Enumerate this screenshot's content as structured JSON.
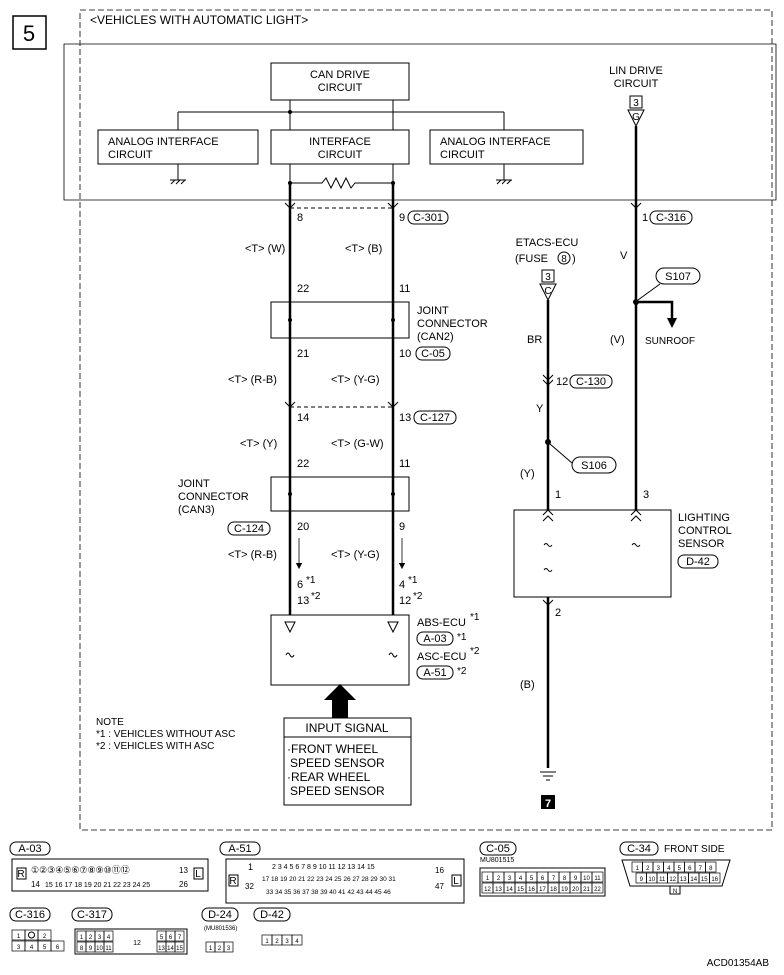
{
  "page": {
    "number": "5",
    "section_header": "<VEHICLES WITH AUTOMATIC LIGHT>",
    "figure_code": "ACD01354AB"
  },
  "blocks": {
    "can_drive": [
      "CAN DRIVE",
      "CIRCUIT"
    ],
    "analog_left": [
      "ANALOG INTERFACE",
      "CIRCUIT"
    ],
    "interface": [
      "INTERFACE",
      "CIRCUIT"
    ],
    "analog_right": [
      "ANALOG INTERFACE",
      "CIRCUIT"
    ],
    "lin_drive": [
      "LIN DRIVE",
      "CIRCUIT"
    ],
    "lin_fuse_num": "3",
    "lin_fuse_letter": "G"
  },
  "can_bus": {
    "pin_l_top": "8",
    "pin_r_top": "9",
    "connector_top": "C-301",
    "wire_l_1": "<T> (W)",
    "wire_r_1": "<T> (B)",
    "pin_l_jc2_in": "22",
    "pin_r_jc2_in": "11",
    "jc2_label": [
      "JOINT",
      "CONNECTOR",
      "(CAN2)"
    ],
    "pin_l_jc2_out": "21",
    "pin_r_jc2_out": "10",
    "connector_c05": "C-05",
    "wire_l_2": "<T> (R-B)",
    "wire_r_2": "<T> (Y-G)",
    "pin_l_c127": "14",
    "pin_r_c127": "13",
    "connector_c127": "C-127",
    "wire_l_3": "<T> (Y)",
    "wire_r_3": "<T> (G-W)",
    "pin_l_jc3_in": "22",
    "pin_r_jc3_in": "11",
    "jc3_label": [
      "JOINT",
      "CONNECTOR",
      "(CAN3)"
    ],
    "connector_c124": "C-124",
    "pin_l_jc3_out": "20",
    "pin_r_jc3_out": "9",
    "wire_l_4": "<T> (R-B)",
    "wire_r_4": "<T> (Y-G)",
    "pin_l_abs_a": "6",
    "pin_l_abs_b": "13",
    "pin_r_abs_a": "4",
    "pin_r_abs_b": "12",
    "mark1": "*1",
    "mark2": "*2"
  },
  "ecu": {
    "abs_label": "ABS-ECU",
    "abs_conn": "A-03",
    "asc_label": "ASC-ECU",
    "asc_conn": "A-51",
    "mark1": "*1",
    "mark2": "*2"
  },
  "input_signal": {
    "title": "INPUT SIGNAL",
    "lines": [
      "·FRONT WHEEL",
      "SPEED SENSOR",
      "·REAR WHEEL",
      "SPEED SENSOR"
    ]
  },
  "note": {
    "title": "NOTE",
    "line1": "*1 : VEHICLES WITHOUT ASC",
    "line2": "*2 : VEHICLES WITH ASC"
  },
  "etacs": {
    "label": "ETACS-ECU",
    "fuse": "(FUSE",
    "fuse_num": "8",
    "fuse_close": ")",
    "fuse_terminal": "3",
    "fuse_letter": "C",
    "wire_br": "BR",
    "pin_c130": "12",
    "connector_c130": "C-130",
    "wire_y": "Y",
    "splice_s106": "S106",
    "wire_y2": "(Y)",
    "pin_1": "1"
  },
  "lin": {
    "pin_c316": "1",
    "connector_c316": "C-316",
    "wire_v": "V",
    "splice_s107": "S107",
    "sunroof": "SUNROOF",
    "wire_v2": "(V)",
    "pin_3": "3"
  },
  "sensor": {
    "label": [
      "LIGHTING",
      "CONTROL",
      "SENSOR"
    ],
    "connector": "D-42",
    "pin_2": "2",
    "wire_b": "(B)",
    "ground_ref": "7"
  },
  "connectors": {
    "a03": {
      "name": "A-03",
      "row1": "①②③④⑤⑥⑦⑧⑨⑩⑪⑫",
      "row1_end": "13",
      "row2_start": "14",
      "row2": "15 16 17 18 19 20 21 22 23 24 25",
      "row2_end": "26",
      "left": "R",
      "right": "L"
    },
    "a51": {
      "name": "A-51",
      "pin1": "1",
      "pin32": "32",
      "pin16": "16",
      "pin47": "47",
      "row1": "2 3 4 5 6 7 8 9 10 11 12 13 14 15",
      "row2": "17 18 19 20 21 22 23 24 25 26 27 28 29 30 31",
      "row3": "33 34 35 36 37 38 39 40 41 42 43 44 45 46",
      "left": "R",
      "right": "L"
    },
    "c05": {
      "name": "C-05",
      "part": "MU801515",
      "row1": [
        "1",
        "2",
        "3",
        "4",
        "5",
        "6",
        "7",
        "8",
        "9",
        "10",
        "11"
      ],
      "row2": [
        "12",
        "13",
        "14",
        "15",
        "16",
        "17",
        "18",
        "19",
        "20",
        "21",
        "22"
      ]
    },
    "c34": {
      "name": "C-34",
      "side": "FRONT SIDE",
      "row1": [
        "1",
        "2",
        "3",
        "4",
        "5",
        "6",
        "7",
        "8"
      ],
      "row2": [
        "9",
        "10",
        "11",
        "12",
        "13",
        "14",
        "15",
        "16"
      ],
      "key": "N"
    },
    "c316": {
      "name": "C-316",
      "row1": [
        "1",
        "",
        "2"
      ],
      "row2": [
        "3",
        "4",
        "5",
        "6"
      ]
    },
    "c317": {
      "name": "C-317",
      "row1": [
        "1",
        "2",
        "3",
        "4"
      ],
      "mid": "12",
      "row1b": [
        "5",
        "6",
        "7"
      ],
      "row2": [
        "8",
        "9",
        "10",
        "11"
      ],
      "row2b": [
        "13",
        "14",
        "15"
      ]
    },
    "d24": {
      "name": "D-24",
      "part": "(MU801536)",
      "pins": [
        "1",
        "2",
        "3"
      ]
    },
    "d42": {
      "name": "D-42",
      "pins": [
        "1",
        "2",
        "3",
        "4"
      ]
    }
  }
}
